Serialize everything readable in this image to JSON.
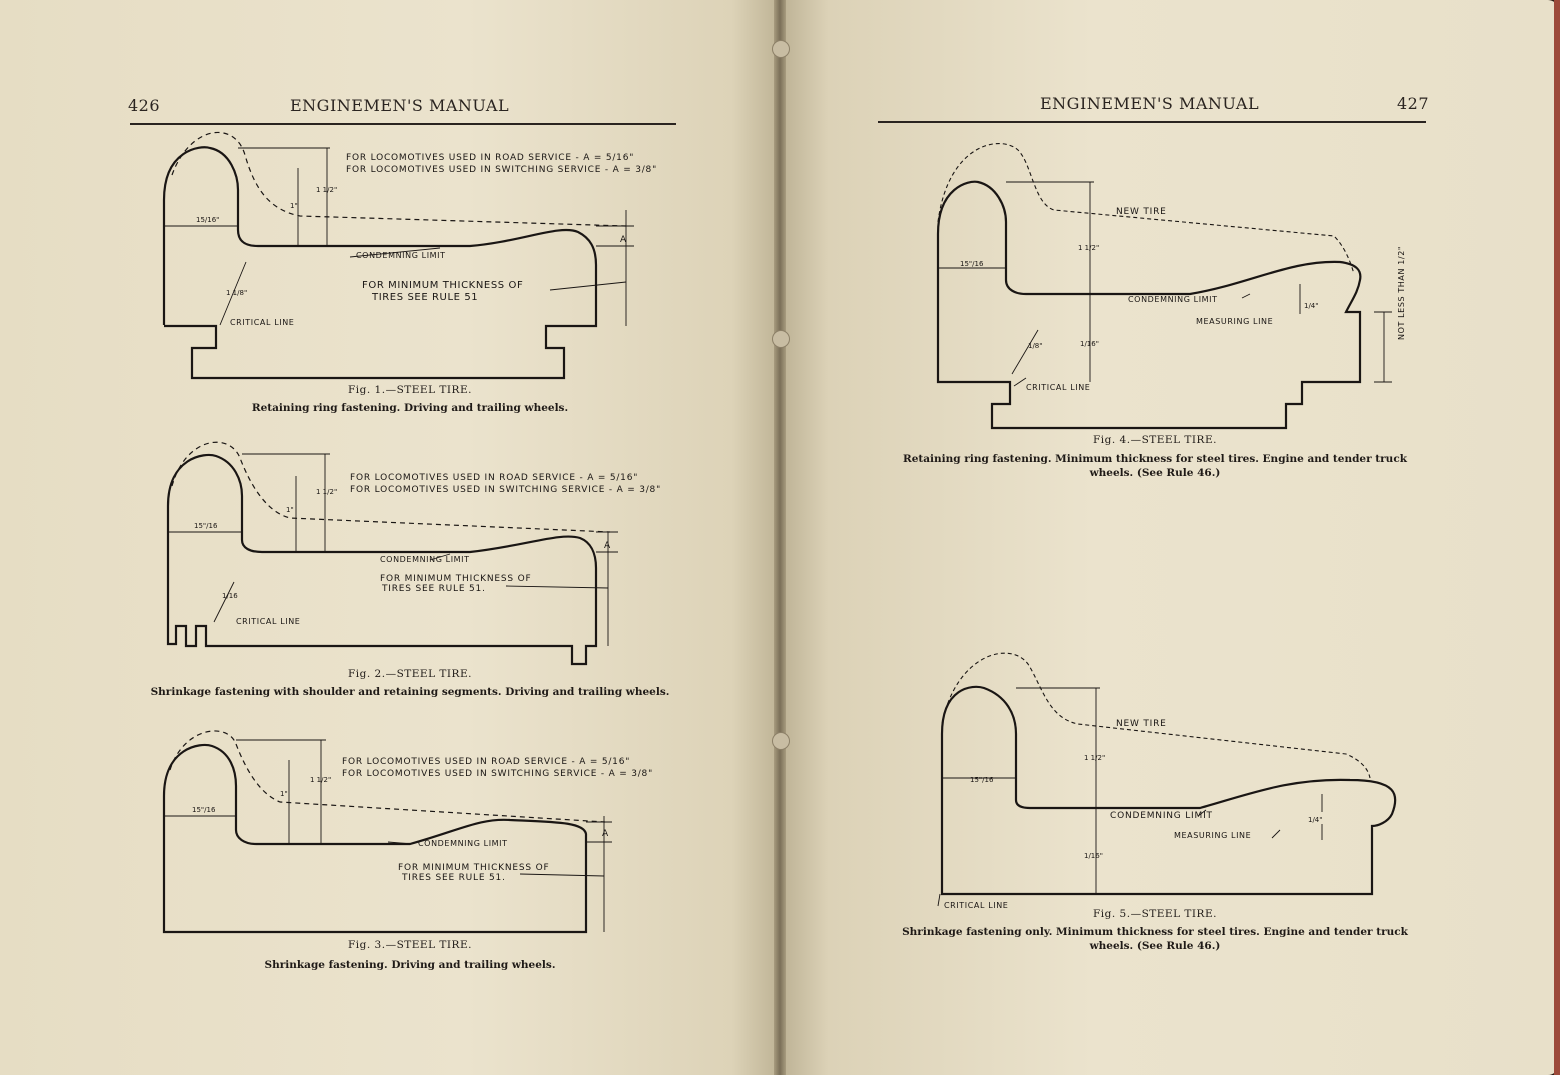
{
  "left_page": {
    "page_number": "426",
    "running_head": "ENGINEMEN'S MANUAL",
    "figures": [
      {
        "title": "Fig. 1.—STEEL TIRE.",
        "caption": "Retaining ring fastening.   Driving and trailing wheels.",
        "road_service": "FOR LOCOMOTIVES USED IN ROAD SERVICE - A = 5/16\"",
        "switching_service": "FOR LOCOMOTIVES USED IN SWITCHING SERVICE - A = 3/8\"",
        "condemning": "CONDEMNING LIMIT",
        "min_thickness_1": "FOR MINIMUM THICKNESS OF",
        "min_thickness_2": "TIRES SEE RULE 51",
        "critical": "CRITICAL LINE",
        "dim_a": "A",
        "dim_flange_width": "15/16\"",
        "dim_flange_height": "1 1/2\"",
        "dim_one": "1\"",
        "dim_diag": "1 1/8\""
      },
      {
        "title": "Fig. 2.—STEEL TIRE.",
        "caption": "Shrinkage fastening with shoulder and retaining segments.   Driving and trailing wheels.",
        "road_service": "FOR LOCOMOTIVES USED IN ROAD SERVICE - A = 5/16\"",
        "switching_service": "FOR LOCOMOTIVES USED IN SWITCHING SERVICE - A = 3/8\"",
        "condemning": "CONDEMNING LIMIT",
        "min_thickness_1": "FOR MINIMUM THICKNESS OF",
        "min_thickness_2": "TIRES SEE RULE 51.",
        "critical": "CRITICAL LINE",
        "dim_a": "A",
        "dim_flange_width": "15\"/16",
        "dim_flange_height": "1 1/2\"",
        "dim_one": "1\"",
        "dim_diag": "1/16"
      },
      {
        "title": "Fig. 3.—STEEL TIRE.",
        "caption": "Shrinkage fastening.   Driving and trailing wheels.",
        "road_service": "FOR LOCOMOTIVES USED IN ROAD SERVICE - A = 5/16\"",
        "switching_service": "FOR LOCOMOTIVES USED IN SWITCHING SERVICE - A = 3/8\"",
        "condemning": "CONDEMNING LIMIT",
        "min_thickness_1": "FOR MINIMUM THICKNESS OF",
        "min_thickness_2": "TIRES SEE RULE 51.",
        "dim_a": "A",
        "dim_flange_width": "15\"/16",
        "dim_flange_height": "1 1/2\"",
        "dim_one": "1\""
      }
    ]
  },
  "right_page": {
    "page_number": "427",
    "running_head": "ENGINEMEN'S MANUAL",
    "figures": [
      {
        "title": "Fig. 4.—STEEL TIRE.",
        "caption_line1": "Retaining ring fastening.   Minimum thickness for steel tires.   Engine and tender truck",
        "caption_line2": "wheels.   (See Rule 46.)",
        "new_tire": "NEW TIRE",
        "condemning": "CONDEMNING LIMIT",
        "measuring": "MEASURING LINE",
        "critical": "CRITICAL LINE",
        "not_less": "NOT LESS THAN 1/2\"",
        "dim_flange_width": "15\"/16",
        "dim_flange_height": "1 1/2\"",
        "dim_quarter": "1/4\"",
        "dim_lower": "1/16\"",
        "dim_diag": "1/8\""
      },
      {
        "title": "Fig. 5.—STEEL TIRE.",
        "caption_line1": "Shrinkage fastening only.   Minimum thickness for steel tires.   Engine and tender truck",
        "caption_line2": "wheels.   (See Rule 46.)",
        "new_tire": "NEW TIRE",
        "condemning": "CONDEMNING LIMIT",
        "measuring": "MEASURING LINE",
        "critical": "CRITICAL LINE",
        "dim_flange_width": "15\"/16",
        "dim_flange_height": "1 1/2\"",
        "dim_quarter": "1/4\"",
        "dim_lower": "1/16\""
      }
    ]
  }
}
